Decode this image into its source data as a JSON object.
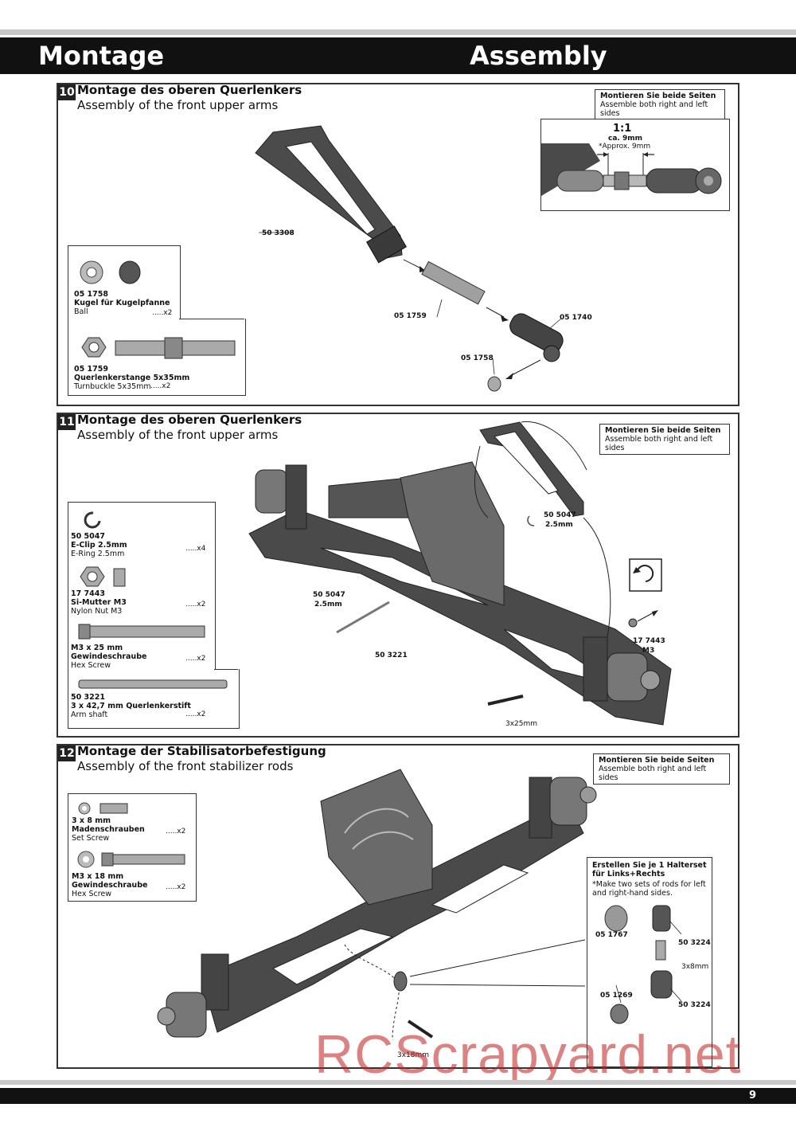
{
  "header": {
    "left_title": "Montage",
    "right_title": "Assembly"
  },
  "steps": [
    {
      "number": "10",
      "title_de": "Montage des oberen Querlenkers",
      "title_en": "Assembly of the front upper arms",
      "note": {
        "de": "Montieren Sie beide Seiten",
        "en": "Assemble both right and left sides"
      },
      "detail": {
        "ratio": "1:1",
        "size_de": "ca. 9mm",
        "size_en": "*Approx. 9mm"
      },
      "parts": [
        {
          "number": "05 1758",
          "name_de": "Kugel für Kugelpfanne",
          "name_en": "Ball",
          "qty": ".....x2"
        },
        {
          "number": "05 1759",
          "name_de": "Querlenkerstange 5x35mm",
          "name_en": "Turnbuckle 5x35mm",
          "qty": ".....x2"
        }
      ],
      "callouts": [
        "50 3308",
        "05 1759",
        "05 1740",
        "05 1758"
      ]
    },
    {
      "number": "11",
      "title_de": "Montage des oberen Querlenkers",
      "title_en": "Assembly of the front upper arms",
      "note": {
        "de": "Montieren Sie beide Seiten",
        "en": "Assemble both right and left sides"
      },
      "parts": [
        {
          "number": "50 5047",
          "name_de": "E-Clip 2.5mm",
          "name_en": "E-Ring 2.5mm",
          "qty": ".....x4"
        },
        {
          "number": "17 7443",
          "name_de": "Si-Mutter M3",
          "name_en": "Nylon Nut M3",
          "qty": ".....x2"
        },
        {
          "number": "M3 x 25 mm",
          "name_de": "Gewindeschraube",
          "name_en": "Hex Screw",
          "qty": ".....x2"
        },
        {
          "number": "50 3221",
          "name_de": "3 x 42,7 mm Querlenkerstift",
          "name_en": "Arm shaft",
          "qty": ".....x2"
        }
      ],
      "callouts": [
        "50 5047",
        "2.5mm",
        "50 5047",
        "2.5mm",
        "50 3221",
        "17 7443",
        "M3",
        "3x25mm"
      ]
    },
    {
      "number": "12",
      "title_de": "Montage der Stabilisatorbefestigung",
      "title_en": "Assembly of the front stabilizer rods",
      "note": {
        "de": "Montieren Sie beide Seiten",
        "en": "Assemble both right and left sides"
      },
      "parts": [
        {
          "number": "3 x 8 mm",
          "name_de": "Madenschrauben",
          "name_en": "Set Screw",
          "qty": ".....x2"
        },
        {
          "number": "M3 x 18 mm",
          "name_de": "Gewindeschraube",
          "name_en": "Hex Screw",
          "qty": ".....x2"
        }
      ],
      "rodset": {
        "de": "Erstellen Sie je 1 Halterset für Links+Rechts",
        "en": "*Make two sets of rods for left and right-hand sides."
      },
      "callouts": [
        "05 1767",
        "50 3224",
        "3x8mm",
        "05 1269",
        "50 3224",
        "3x18mm"
      ]
    }
  ],
  "footer": {
    "page_number": "9"
  },
  "watermark": "RCScrapyard.net"
}
